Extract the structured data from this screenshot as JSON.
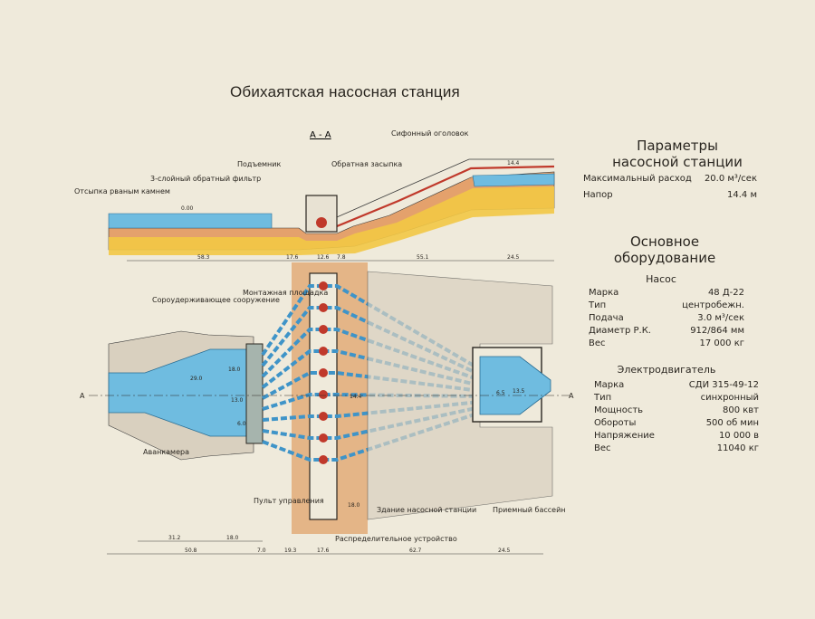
{
  "title": "Обихаятская насосная станция",
  "section": {
    "label": "А - А",
    "labels": [
      "Отсыпка рваным камнем",
      "3-слойный обратный фильтр",
      "Подъемник",
      "Обратная засыпка",
      "Сифонный оголовок"
    ],
    "elevations": [
      "0.00",
      "14.4"
    ],
    "dims": [
      "58.3",
      "17.6",
      "12.6",
      "7.8",
      "55.1",
      "24.5"
    ]
  },
  "plan": {
    "labels": [
      "Сороудерживающее сооружение",
      "Монтажная площадка",
      "Аванкамера",
      "Пульт управления",
      "Распределительное устройство",
      "Здание насосной станции",
      "Приемный бассейн"
    ],
    "section_marks": [
      "А",
      "А"
    ],
    "dims": [
      "31.2",
      "18.0",
      "50.8",
      "7.0",
      "19.3",
      "17.6",
      "62.7",
      "24.5"
    ],
    "inner_dims": [
      "29.0",
      "18.0",
      "13.0",
      "6.0",
      "14.4",
      "18.0",
      "6.5",
      "13.5"
    ]
  },
  "params": {
    "heading": "Параметры насосной станции",
    "rows": [
      {
        "k": "Максимальный расход",
        "v": "20.0 м³/сек"
      },
      {
        "k": "Напор",
        "v": "14.4 м"
      }
    ]
  },
  "equipment": {
    "heading": "Основное оборудование",
    "pump": {
      "heading": "Насос",
      "rows": [
        {
          "k": "Марка",
          "v": "48 Д-22"
        },
        {
          "k": "Тип",
          "v": "центробежн."
        },
        {
          "k": "Подача",
          "v": "3.0 м³/сек"
        },
        {
          "k": "Диаметр Р.К.",
          "v": "912/864 мм"
        },
        {
          "k": "Вес",
          "v": "17 000 кг"
        }
      ]
    },
    "motor": {
      "heading": "Электродвигатель",
      "rows": [
        {
          "k": "Марка",
          "v": "СДИ 315-49-12"
        },
        {
          "k": "Тип",
          "v": "синхронный"
        },
        {
          "k": "Мощность",
          "v": "800 квт"
        },
        {
          "k": "Обороты",
          "v": "500 об мин"
        },
        {
          "k": "Напряжение",
          "v": "10 000 в"
        },
        {
          "k": "Вес",
          "v": "11040 кг"
        }
      ]
    }
  },
  "colors": {
    "water": "#6fbce0",
    "soil": "#f2c642",
    "rock": "#e0a36d",
    "concrete": "#c9c2b6",
    "line": "#3a3a3a"
  }
}
